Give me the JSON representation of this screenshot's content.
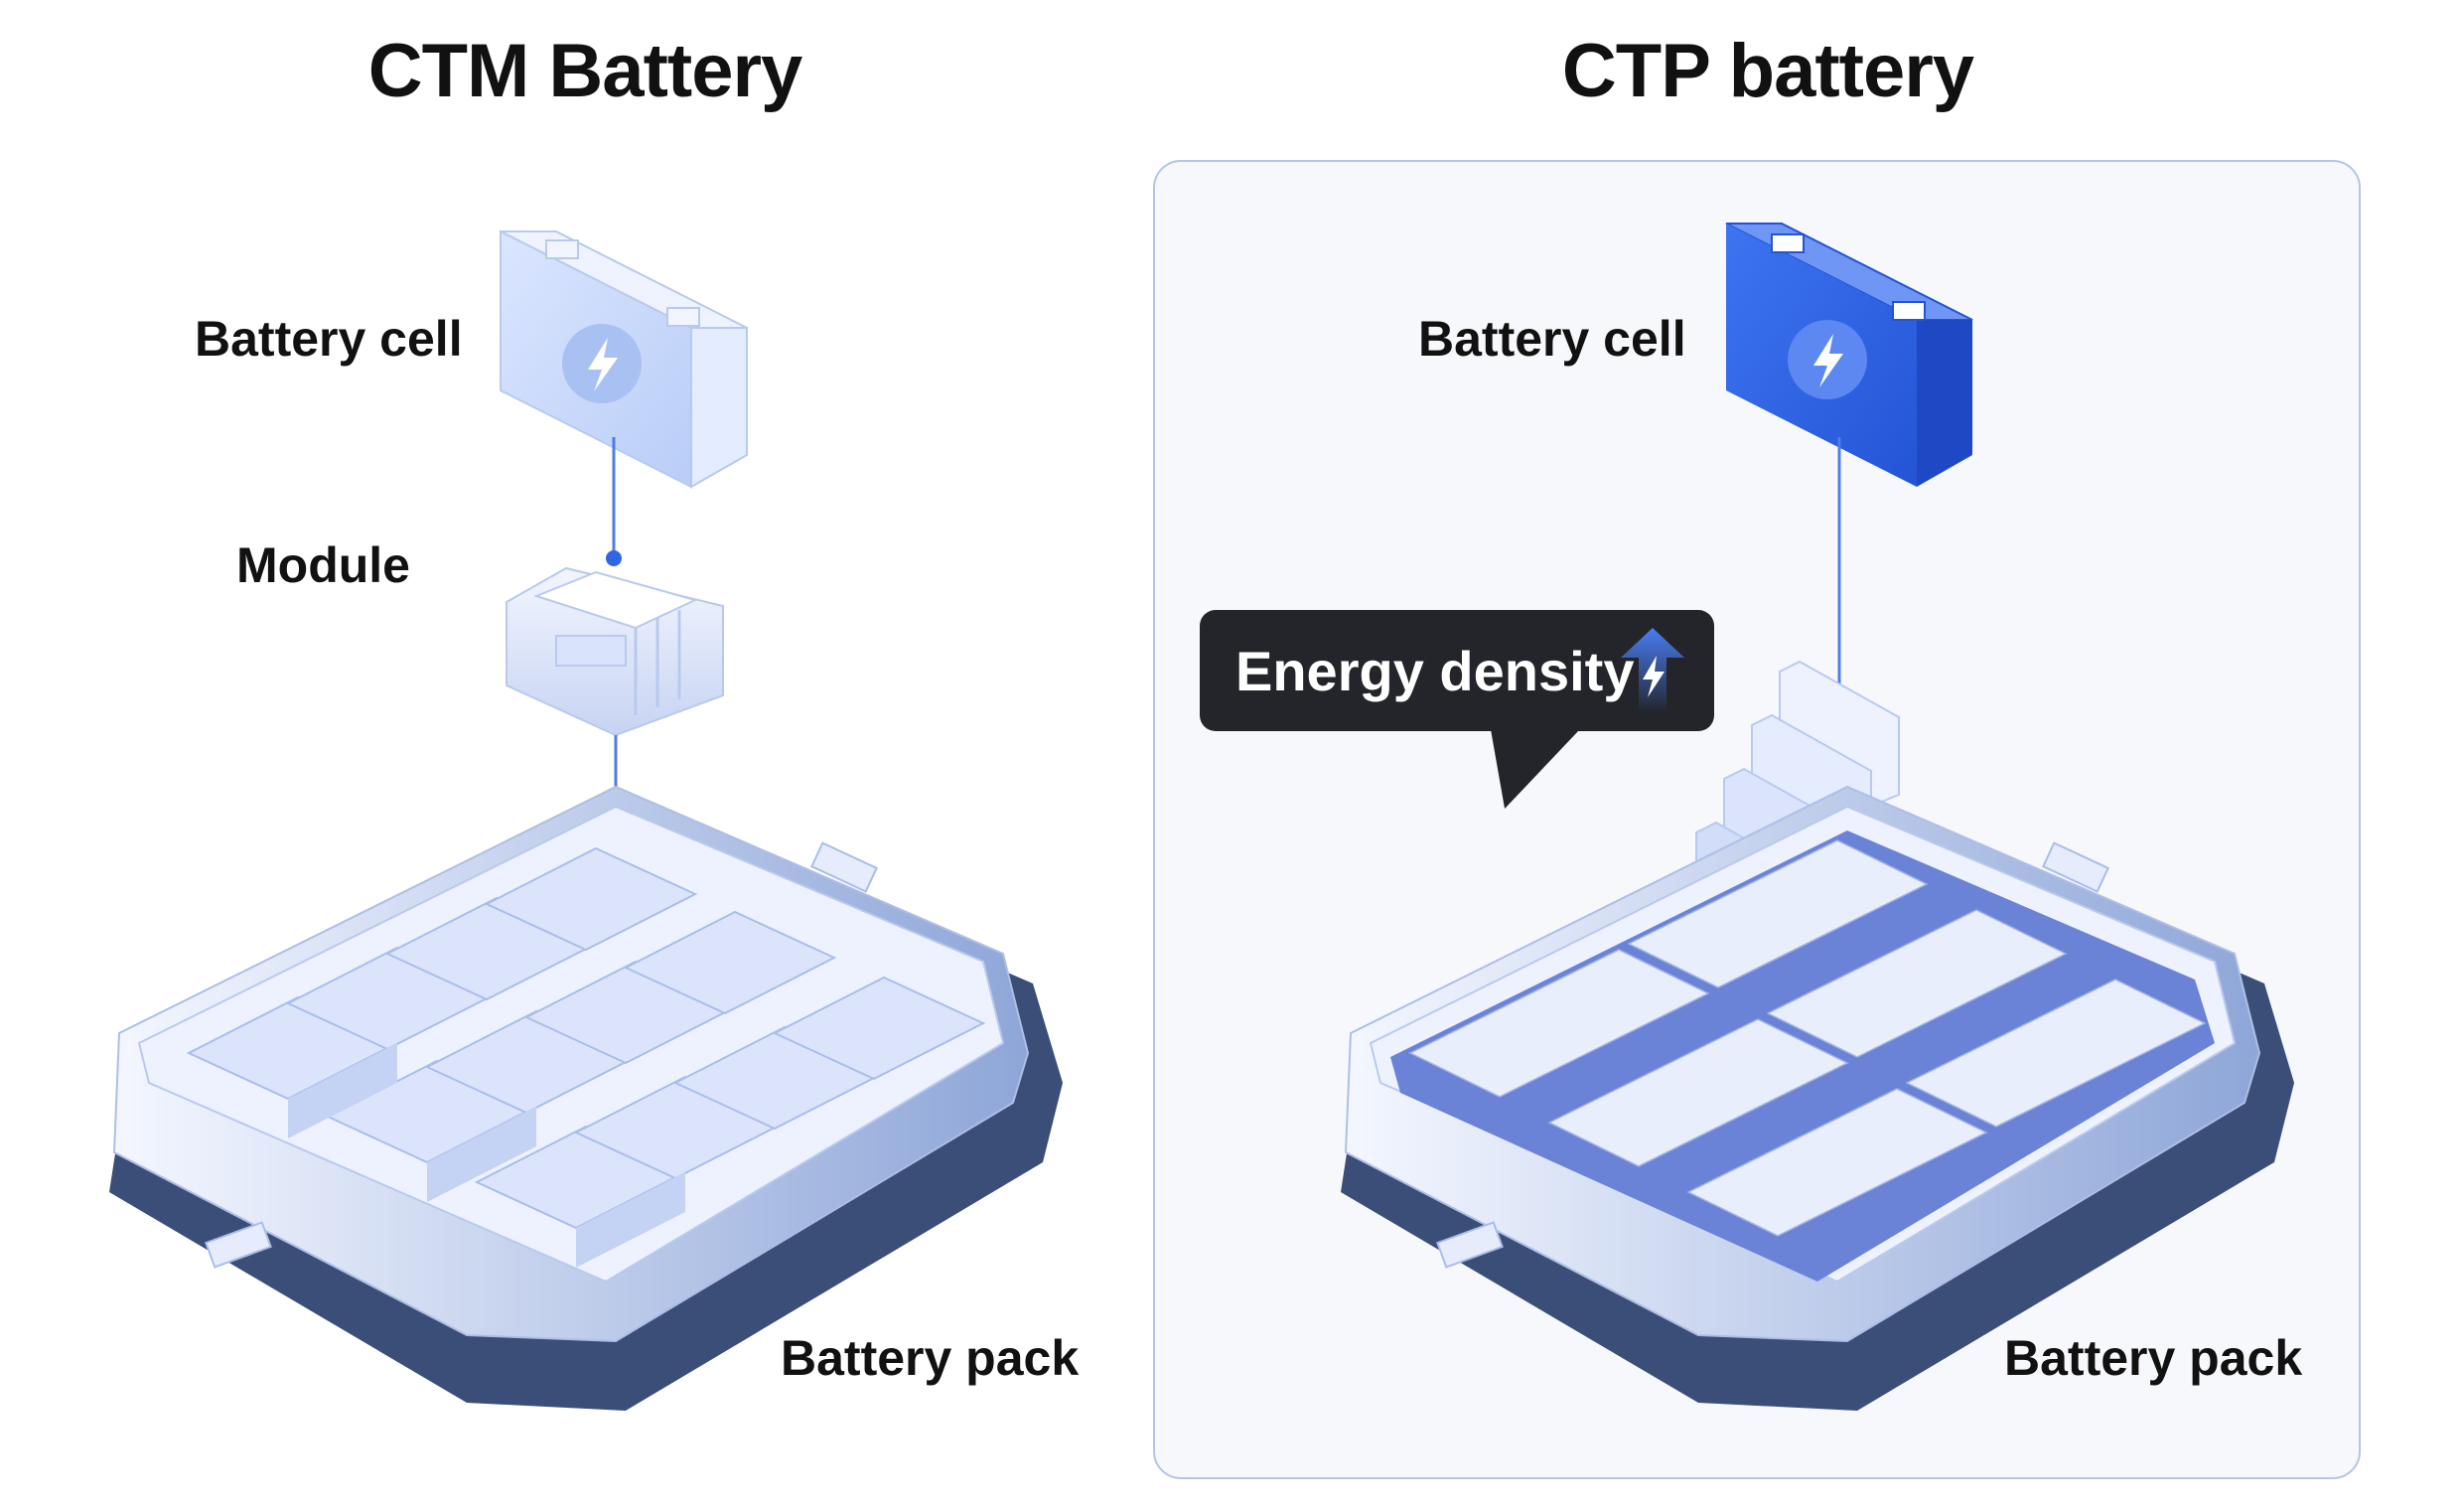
{
  "ctm": {
    "title": "CTM Battery",
    "cell_label": "Battery cell",
    "module_label": "Module",
    "pack_label": "Battery pack"
  },
  "ctp": {
    "title": "CTP battery",
    "cell_label": "Battery cell",
    "pack_label": "Battery pack",
    "callout": "Energy density"
  },
  "colors": {
    "light_blue": "#c9d9fb",
    "bright_blue": "#2f66e6",
    "pack_navy": "#3b4e78",
    "panel_border": "#b6c4ea",
    "callout_bg": "#23252b"
  },
  "icons": {
    "cell": "lightning-bolt-icon",
    "energy_up": "up-arrow-bolt-icon"
  }
}
